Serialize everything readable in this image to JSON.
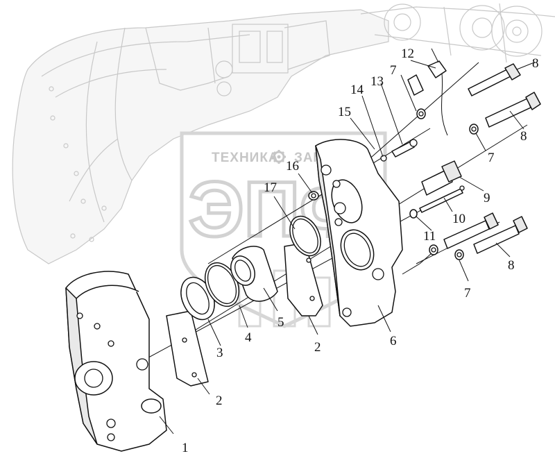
{
  "watermark": {
    "top_text_left": "ТЕХНИКА",
    "top_text_right": "ЗАПЧАСТИ",
    "big_text": "ЭПФ",
    "gear_icon": "gear-icon",
    "color": "#c6c6c6"
  },
  "callouts": [
    "1",
    "2",
    "2",
    "2",
    "3",
    "4",
    "5",
    "6",
    "7",
    "7",
    "7",
    "8",
    "8",
    "8",
    "9",
    "10",
    "11",
    "12",
    "13",
    "14",
    "15",
    "16",
    "17"
  ],
  "colors": {
    "line": "#111111",
    "background_drawing": "#c8c8c8"
  }
}
